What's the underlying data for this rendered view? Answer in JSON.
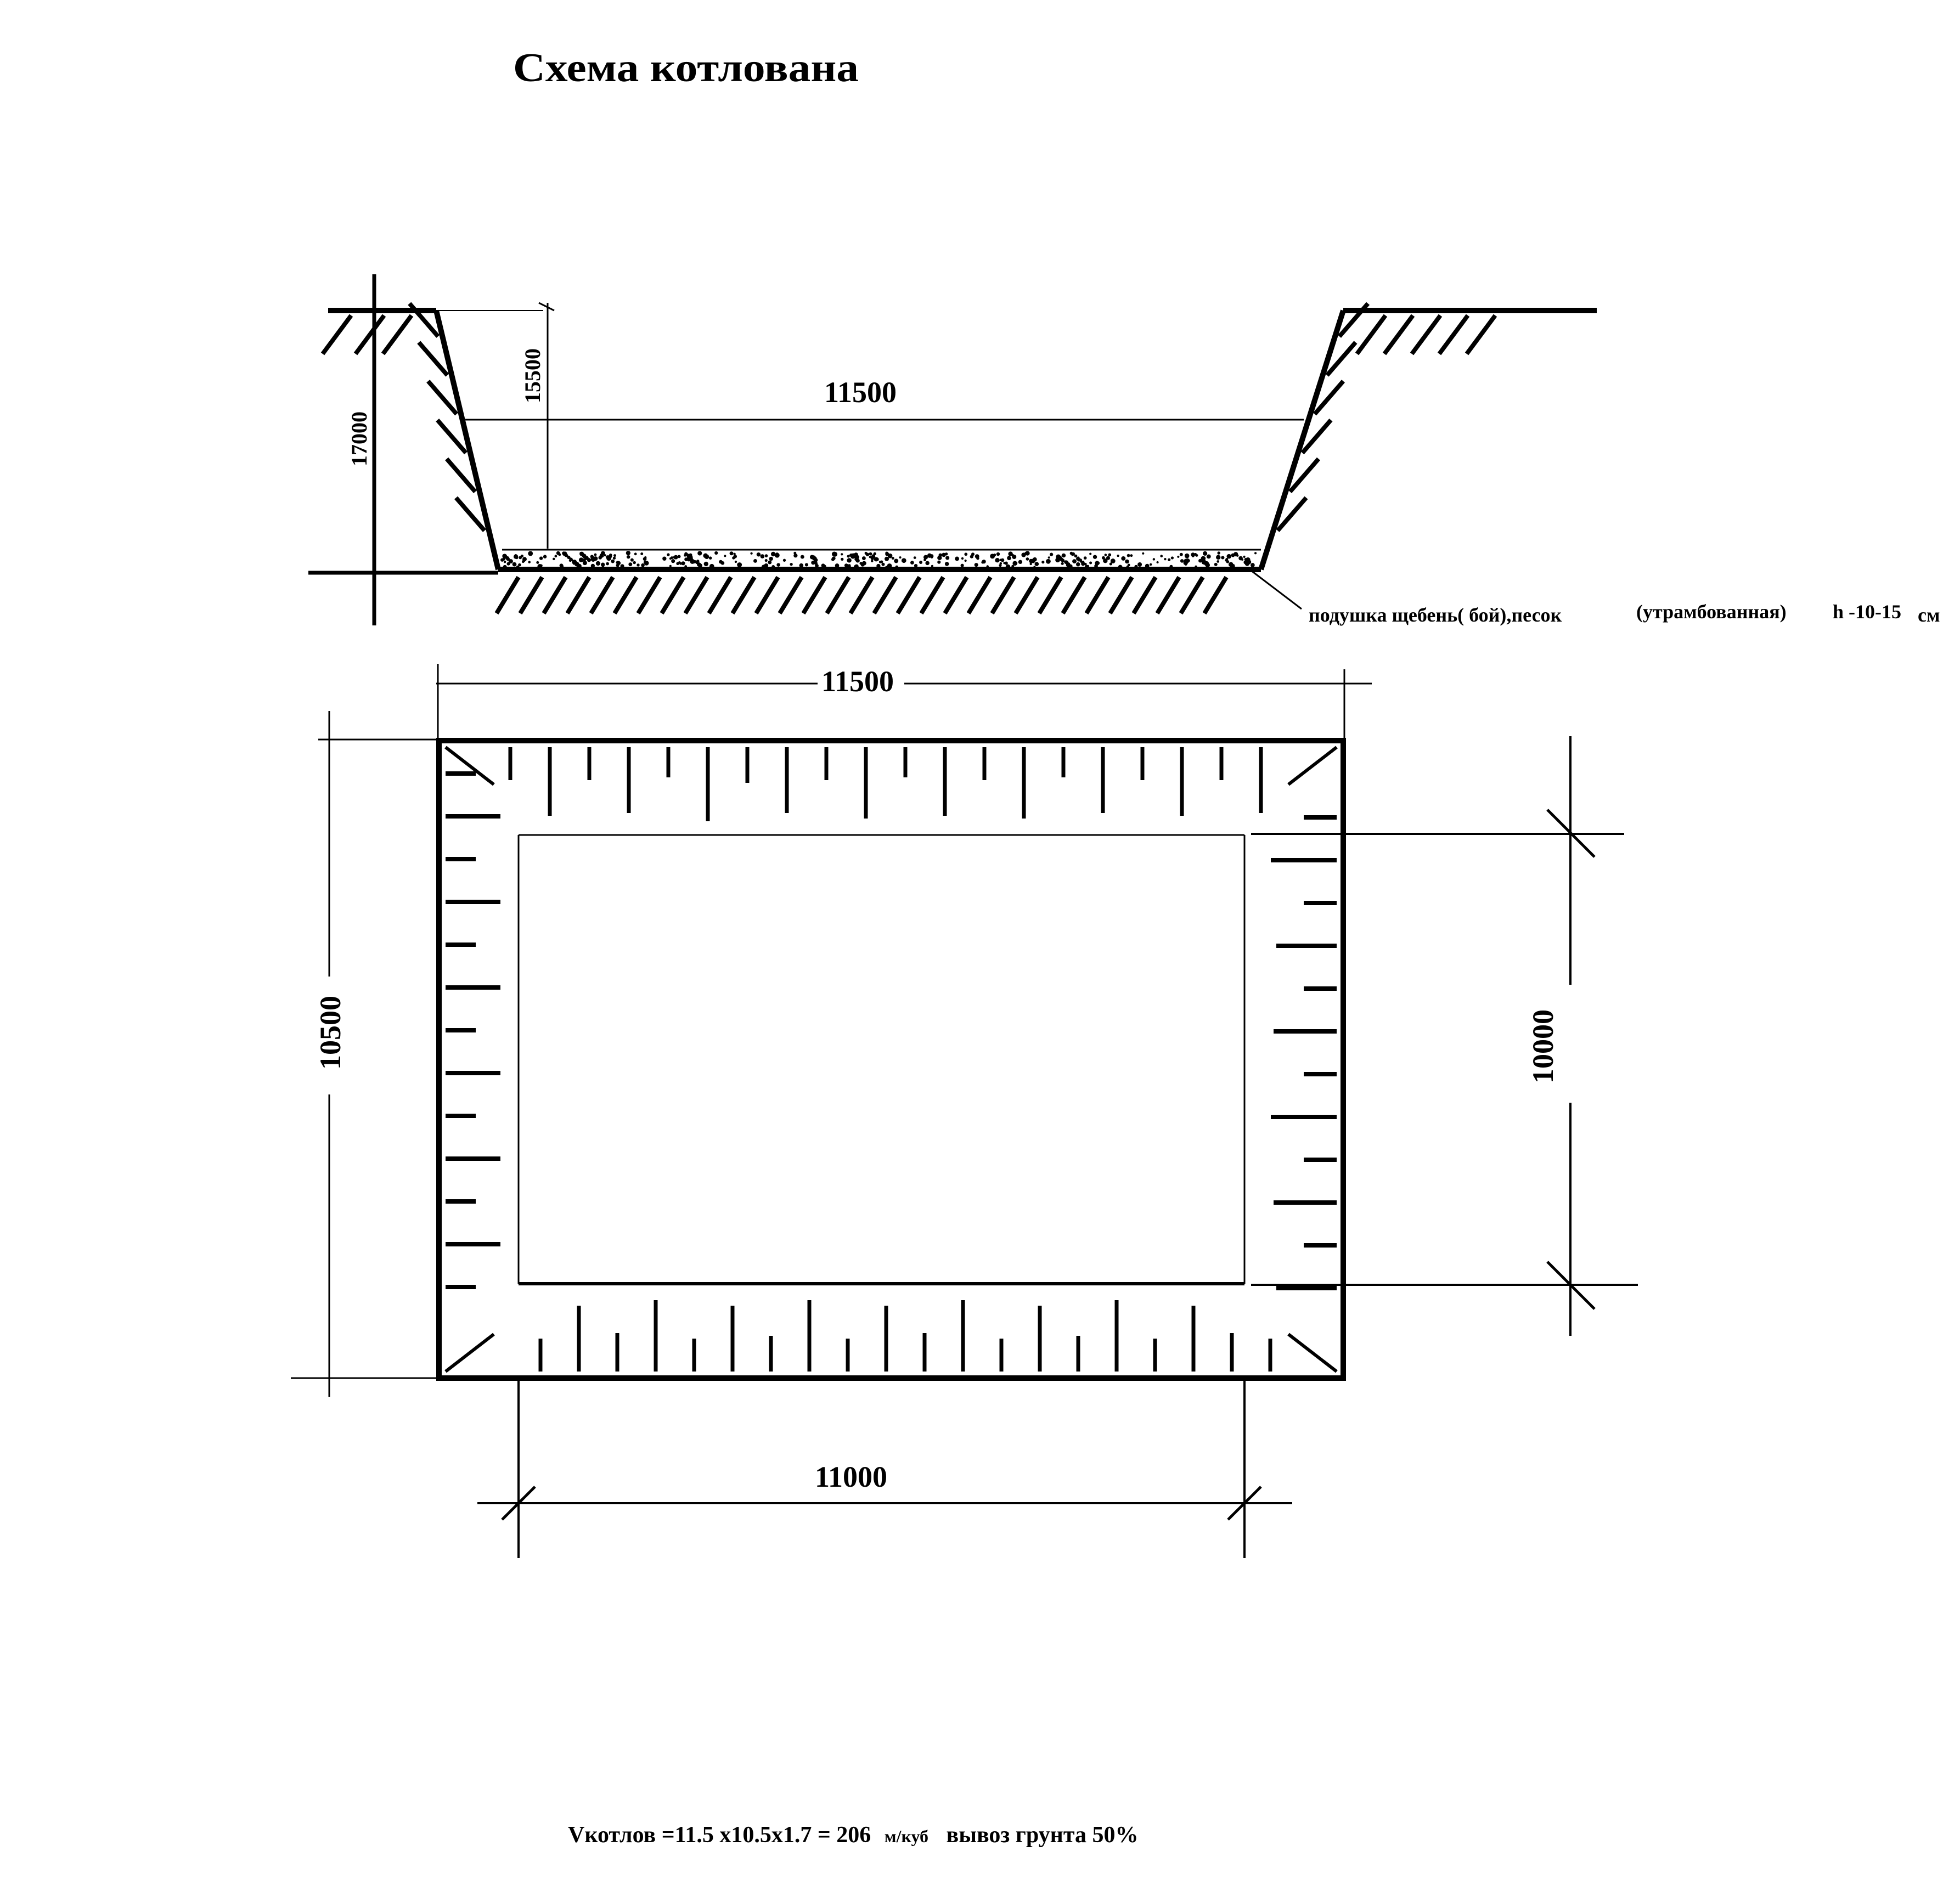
{
  "title": "Схема котлована",
  "section": {
    "height_total": "17000",
    "height_inner": "15500",
    "top_width": "11500",
    "cushion_label_1": "подушка щебень( бой),песок",
    "cushion_label_2": "(утрамбованная)",
    "cushion_label_3": "h -10-15",
    "cushion_label_4": "см"
  },
  "plan": {
    "width_outer": "11500",
    "height_outer": "10500",
    "width_inner": "11000",
    "height_inner": "10000"
  },
  "formula": {
    "part1": "Vкотлов =11.5 x10.5x1.7 = 206",
    "unit": "м/куб",
    "part2": "вывоз грунта  50%"
  },
  "colors": {
    "ink": "#000000",
    "background": "#ffffff"
  }
}
